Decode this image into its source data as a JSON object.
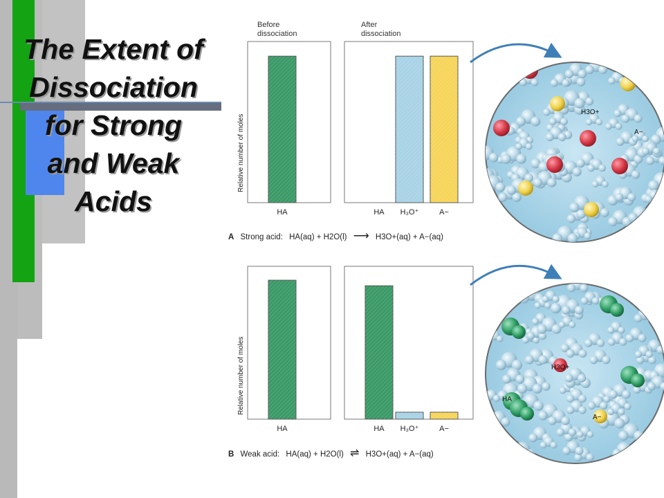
{
  "slide": {
    "title_lines": [
      "The Extent of",
      "Dissociation",
      "for Strong",
      "and Weak",
      "Acids"
    ]
  },
  "colors": {
    "green_stripe": "#13a313",
    "blue_block": "#4f86ee",
    "gray_bar": "#b4b4b4",
    "ha_bar": "#3b9a67",
    "h3o_bar": "#a9d3e6",
    "a_bar": "#f6d55a",
    "water_bg": "#a6d4ea"
  },
  "panel_headers": {
    "before": [
      "Before",
      "dissociation"
    ],
    "after": [
      "After",
      "dissociation"
    ]
  },
  "chart_data": [
    {
      "type": "bar",
      "panel": "A",
      "ylabel": "Relative number of moles",
      "before": {
        "categories": [
          "HA"
        ],
        "values": [
          1.0
        ]
      },
      "after": {
        "categories": [
          "HA",
          "H3O+",
          "A−"
        ],
        "values": [
          0,
          1.0,
          1.0
        ]
      },
      "ylim": [
        0,
        1.1
      ],
      "caption": {
        "letter": "A",
        "text": "Strong acid:",
        "lhs": "HA(aq) + H2O(l)",
        "arrow": "⟶",
        "rhs": "H3O+(aq) + A−(aq)"
      },
      "circle_labels": [
        "H3O+",
        "A−"
      ]
    },
    {
      "type": "bar",
      "panel": "B",
      "ylabel": "Relative number of moles",
      "before": {
        "categories": [
          "HA"
        ],
        "values": [
          1.0
        ]
      },
      "after": {
        "categories": [
          "HA",
          "H3O+",
          "A−"
        ],
        "values": [
          0.96,
          0.05,
          0.05
        ]
      },
      "ylim": [
        0,
        1.1
      ],
      "caption": {
        "letter": "B",
        "text": "Weak acid:",
        "lhs": "HA(aq) + H2O(l)",
        "arrow": "⇌",
        "rhs": "H3O+(aq) + A−(aq)"
      },
      "circle_labels": [
        "H3O+",
        "HA",
        "A−"
      ]
    }
  ]
}
